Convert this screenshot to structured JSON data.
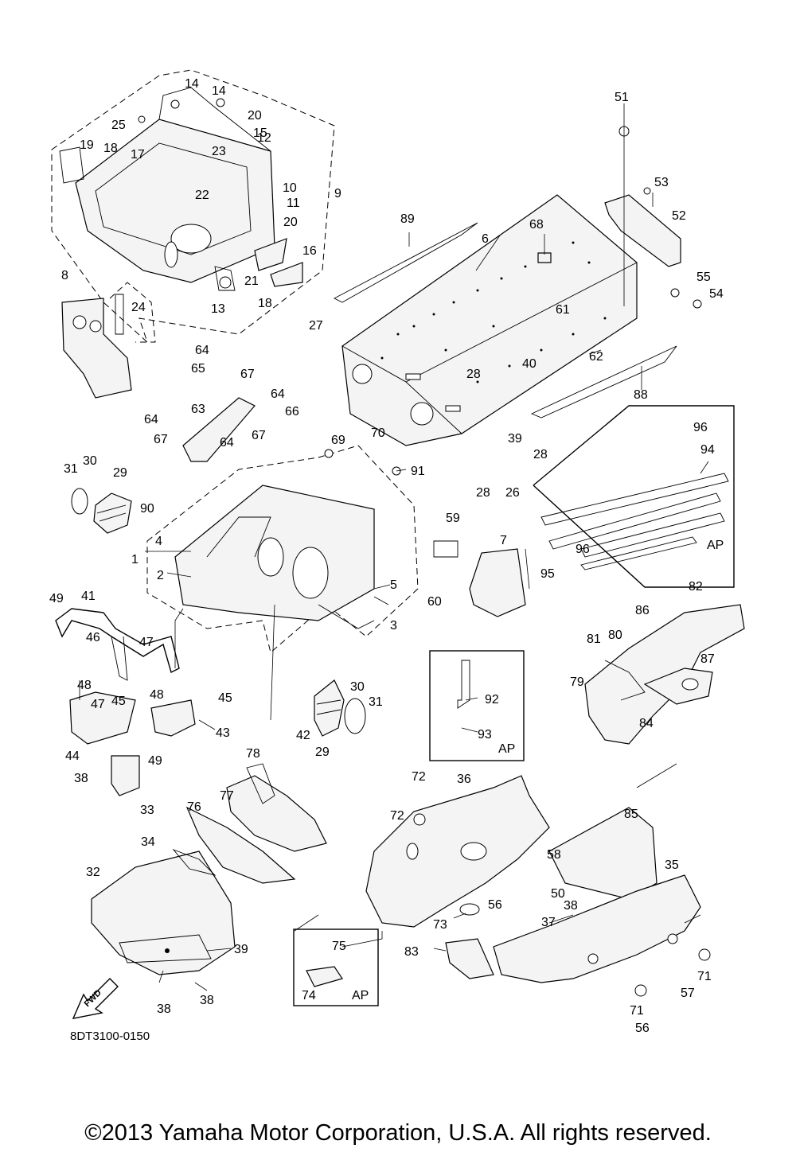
{
  "diagram_code": "8DT3100-0150",
  "fwd_label": "FWD",
  "ap_label": "AP",
  "copyright": "©2013 Yamaha Motor Corporation, U.S.A. All rights reserved.",
  "callouts": [
    "1",
    "2",
    "3",
    "4",
    "5",
    "6",
    "7",
    "8",
    "9",
    "10",
    "11",
    "12",
    "13",
    "14",
    "15",
    "16",
    "17",
    "18",
    "19",
    "20",
    "21",
    "22",
    "23",
    "24",
    "25",
    "26",
    "27",
    "28",
    "29",
    "30",
    "31",
    "32",
    "33",
    "34",
    "35",
    "36",
    "37",
    "38",
    "39",
    "40",
    "41",
    "42",
    "43",
    "44",
    "45",
    "46",
    "47",
    "48",
    "49",
    "50",
    "51",
    "52",
    "53",
    "54",
    "55",
    "56",
    "57",
    "58",
    "59",
    "60",
    "61",
    "62",
    "63",
    "64",
    "65",
    "66",
    "67",
    "68",
    "69",
    "70",
    "71",
    "72",
    "73",
    "74",
    "75",
    "76",
    "77",
    "78",
    "79",
    "80",
    "81",
    "82",
    "83",
    "84",
    "85",
    "86",
    "87",
    "88",
    "89",
    "90",
    "91",
    "92",
    "93",
    "94",
    "95",
    "96"
  ]
}
